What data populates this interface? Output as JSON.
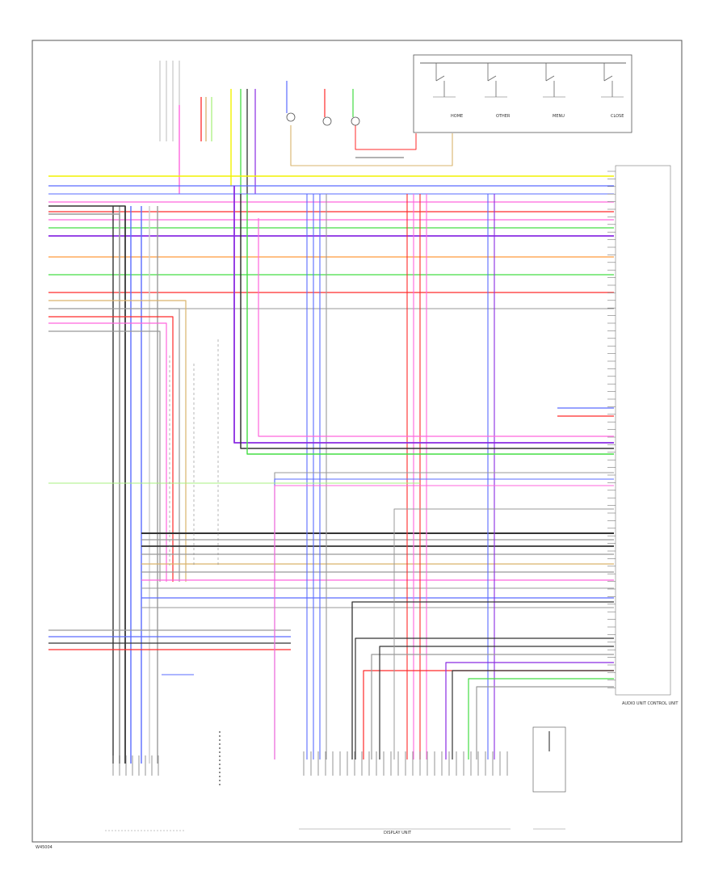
{
  "diagram": {
    "footer_code": "W45004",
    "colors": {
      "yellow": "#f2f200",
      "pink": "#ff66dd",
      "red": "#ff2a2a",
      "blue": "#5a6bff",
      "green": "#44dd44",
      "purple": "#8a2be2",
      "orange": "#ff9a3c",
      "black": "#333333",
      "gray": "#999999",
      "light_gray": "#cccccc",
      "tan": "#d9b36c",
      "light_green": "#aaf080"
    },
    "control_unit_label": "AUDIO UNIT CONTROL UNIT",
    "display_unit_label": "DISPLAY UNIT",
    "top_switch_labels": [
      "HOME",
      "OTHER",
      "MENU",
      "CLOSE"
    ]
  }
}
